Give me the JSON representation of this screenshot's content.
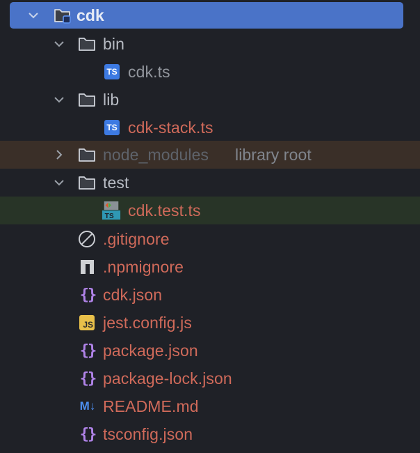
{
  "tree": {
    "root": {
      "label": "cdk",
      "expanded": true,
      "selected": true
    },
    "items": [
      {
        "label": "bin",
        "type": "folder",
        "expanded": true
      },
      {
        "label": "cdk.ts",
        "type": "ts"
      },
      {
        "label": "lib",
        "type": "folder",
        "expanded": true
      },
      {
        "label": "cdk-stack.ts",
        "type": "ts"
      },
      {
        "label": "node_modules",
        "type": "folder",
        "expanded": false,
        "suffix": "library root"
      },
      {
        "label": "test",
        "type": "folder",
        "expanded": true
      },
      {
        "label": "cdk.test.ts",
        "type": "ts-test"
      },
      {
        "label": ".gitignore",
        "type": "ignore"
      },
      {
        "label": ".npmignore",
        "type": "npm"
      },
      {
        "label": "cdk.json",
        "type": "json"
      },
      {
        "label": "jest.config.js",
        "type": "js"
      },
      {
        "label": "package.json",
        "type": "json"
      },
      {
        "label": "package-lock.json",
        "type": "json"
      },
      {
        "label": "README.md",
        "type": "md"
      },
      {
        "label": "tsconfig.json",
        "type": "json"
      }
    ]
  },
  "icons": {
    "ts": "TS",
    "js": "JS",
    "json": "{}",
    "md": "M↓"
  },
  "colors": {
    "background": "#1f2127",
    "selection": "#4a73c8",
    "excluded_row": "#3a2f28",
    "test_row": "#283427",
    "modified_text": "#d06a5a",
    "ts_badge": "#3d7ae2",
    "js_badge": "#e8c04a",
    "json_braces": "#b083e8"
  }
}
